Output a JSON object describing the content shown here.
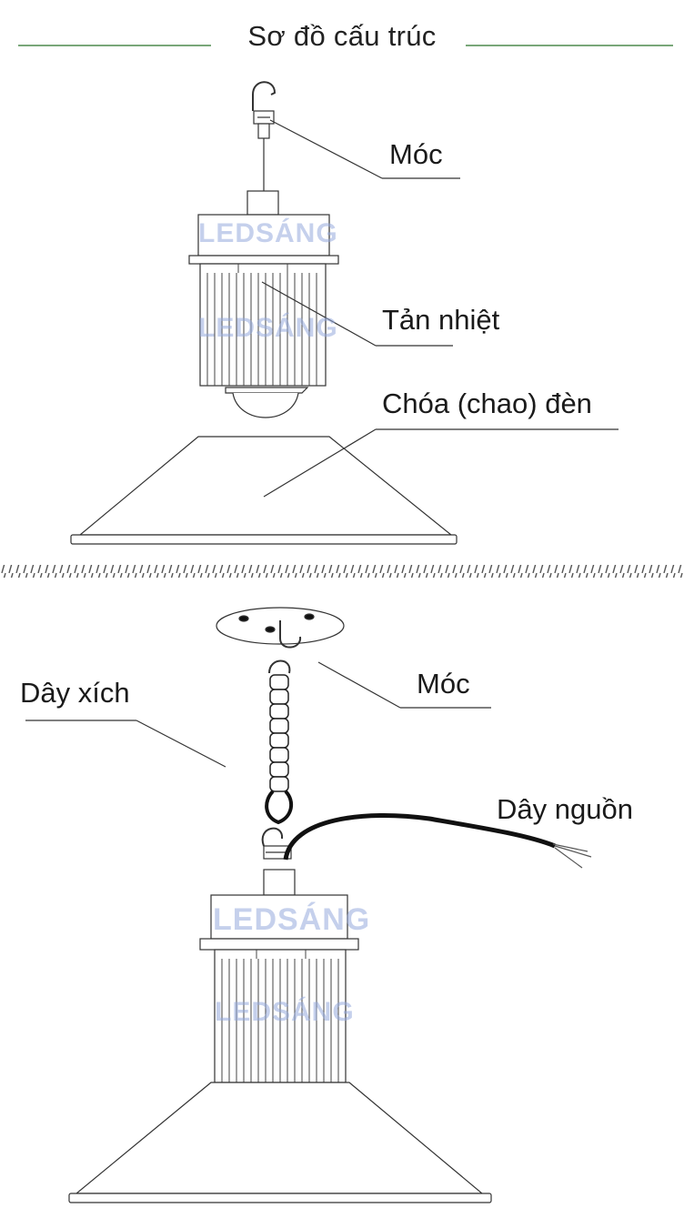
{
  "title": "Sơ đồ cấu trúc",
  "watermark": "LEDSÁNG",
  "colors": {
    "title_rule": "#4d8a4d",
    "line": "#333333",
    "divider": "#555555",
    "watermark": "#96aadc"
  },
  "diagram1": {
    "labels": {
      "hook": "Móc",
      "heatsink": "Tản nhiệt",
      "reflector": "Chóa (chao) đèn"
    }
  },
  "diagram2": {
    "labels": {
      "hook": "Móc",
      "chain": "Dây xích",
      "power_cord": "Dây nguồn"
    }
  }
}
